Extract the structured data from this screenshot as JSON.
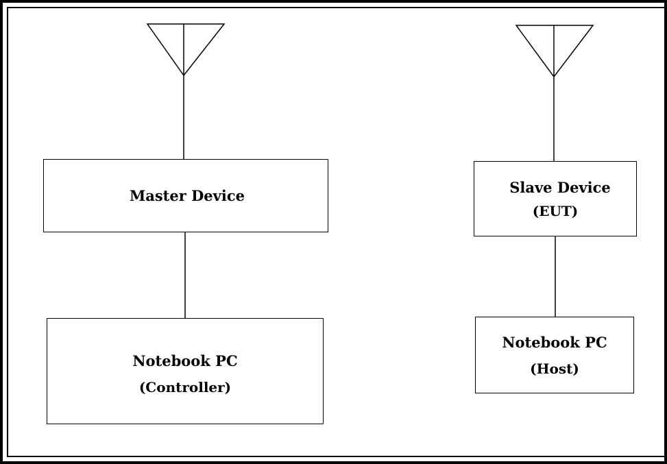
{
  "diagram": {
    "left_group": {
      "master_device": {
        "label": "Master Device"
      },
      "notebook_pc": {
        "label": "Notebook PC",
        "sublabel": "(Controller)"
      }
    },
    "right_group": {
      "slave_device": {
        "label": "Slave Device",
        "sublabel": "(EUT)"
      },
      "notebook_pc": {
        "label": "Notebook PC",
        "sublabel": "(Host)"
      }
    }
  }
}
